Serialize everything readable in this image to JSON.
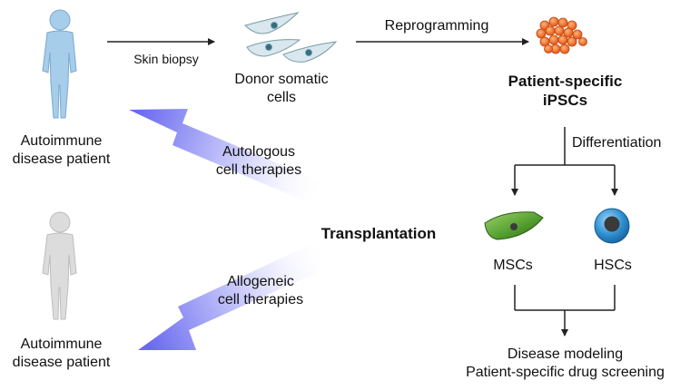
{
  "labels": {
    "skin_biopsy": "Skin biopsy",
    "reprogramming": "Reprogramming",
    "donor_cells": "Donor somatic\ncells",
    "ipscs": "Patient-specific\niPSCs",
    "differentiation": "Differentiation",
    "patient_top": "Autoimmune\ndisease patient",
    "autologous": "Autologous\ncell therapies",
    "transplantation": "Transplantation",
    "allogeneic": "Allogeneic\ncell therapies",
    "patient_bottom": "Autoimmune\ndisease patient",
    "mscs": "MSCs",
    "hscs": "HSCs",
    "outcomes": "Disease modeling\nPatient-specific drug screening"
  },
  "colors": {
    "patient_autologous": "#9fc6e8",
    "patient_allogeneic": "#d4d4d4",
    "ipsc_cluster": "#f06a1e",
    "msc_cell": "#4f9a2c",
    "hsc_cell": "#2d8fd0",
    "transplant_arrow": "#6a6af0"
  }
}
